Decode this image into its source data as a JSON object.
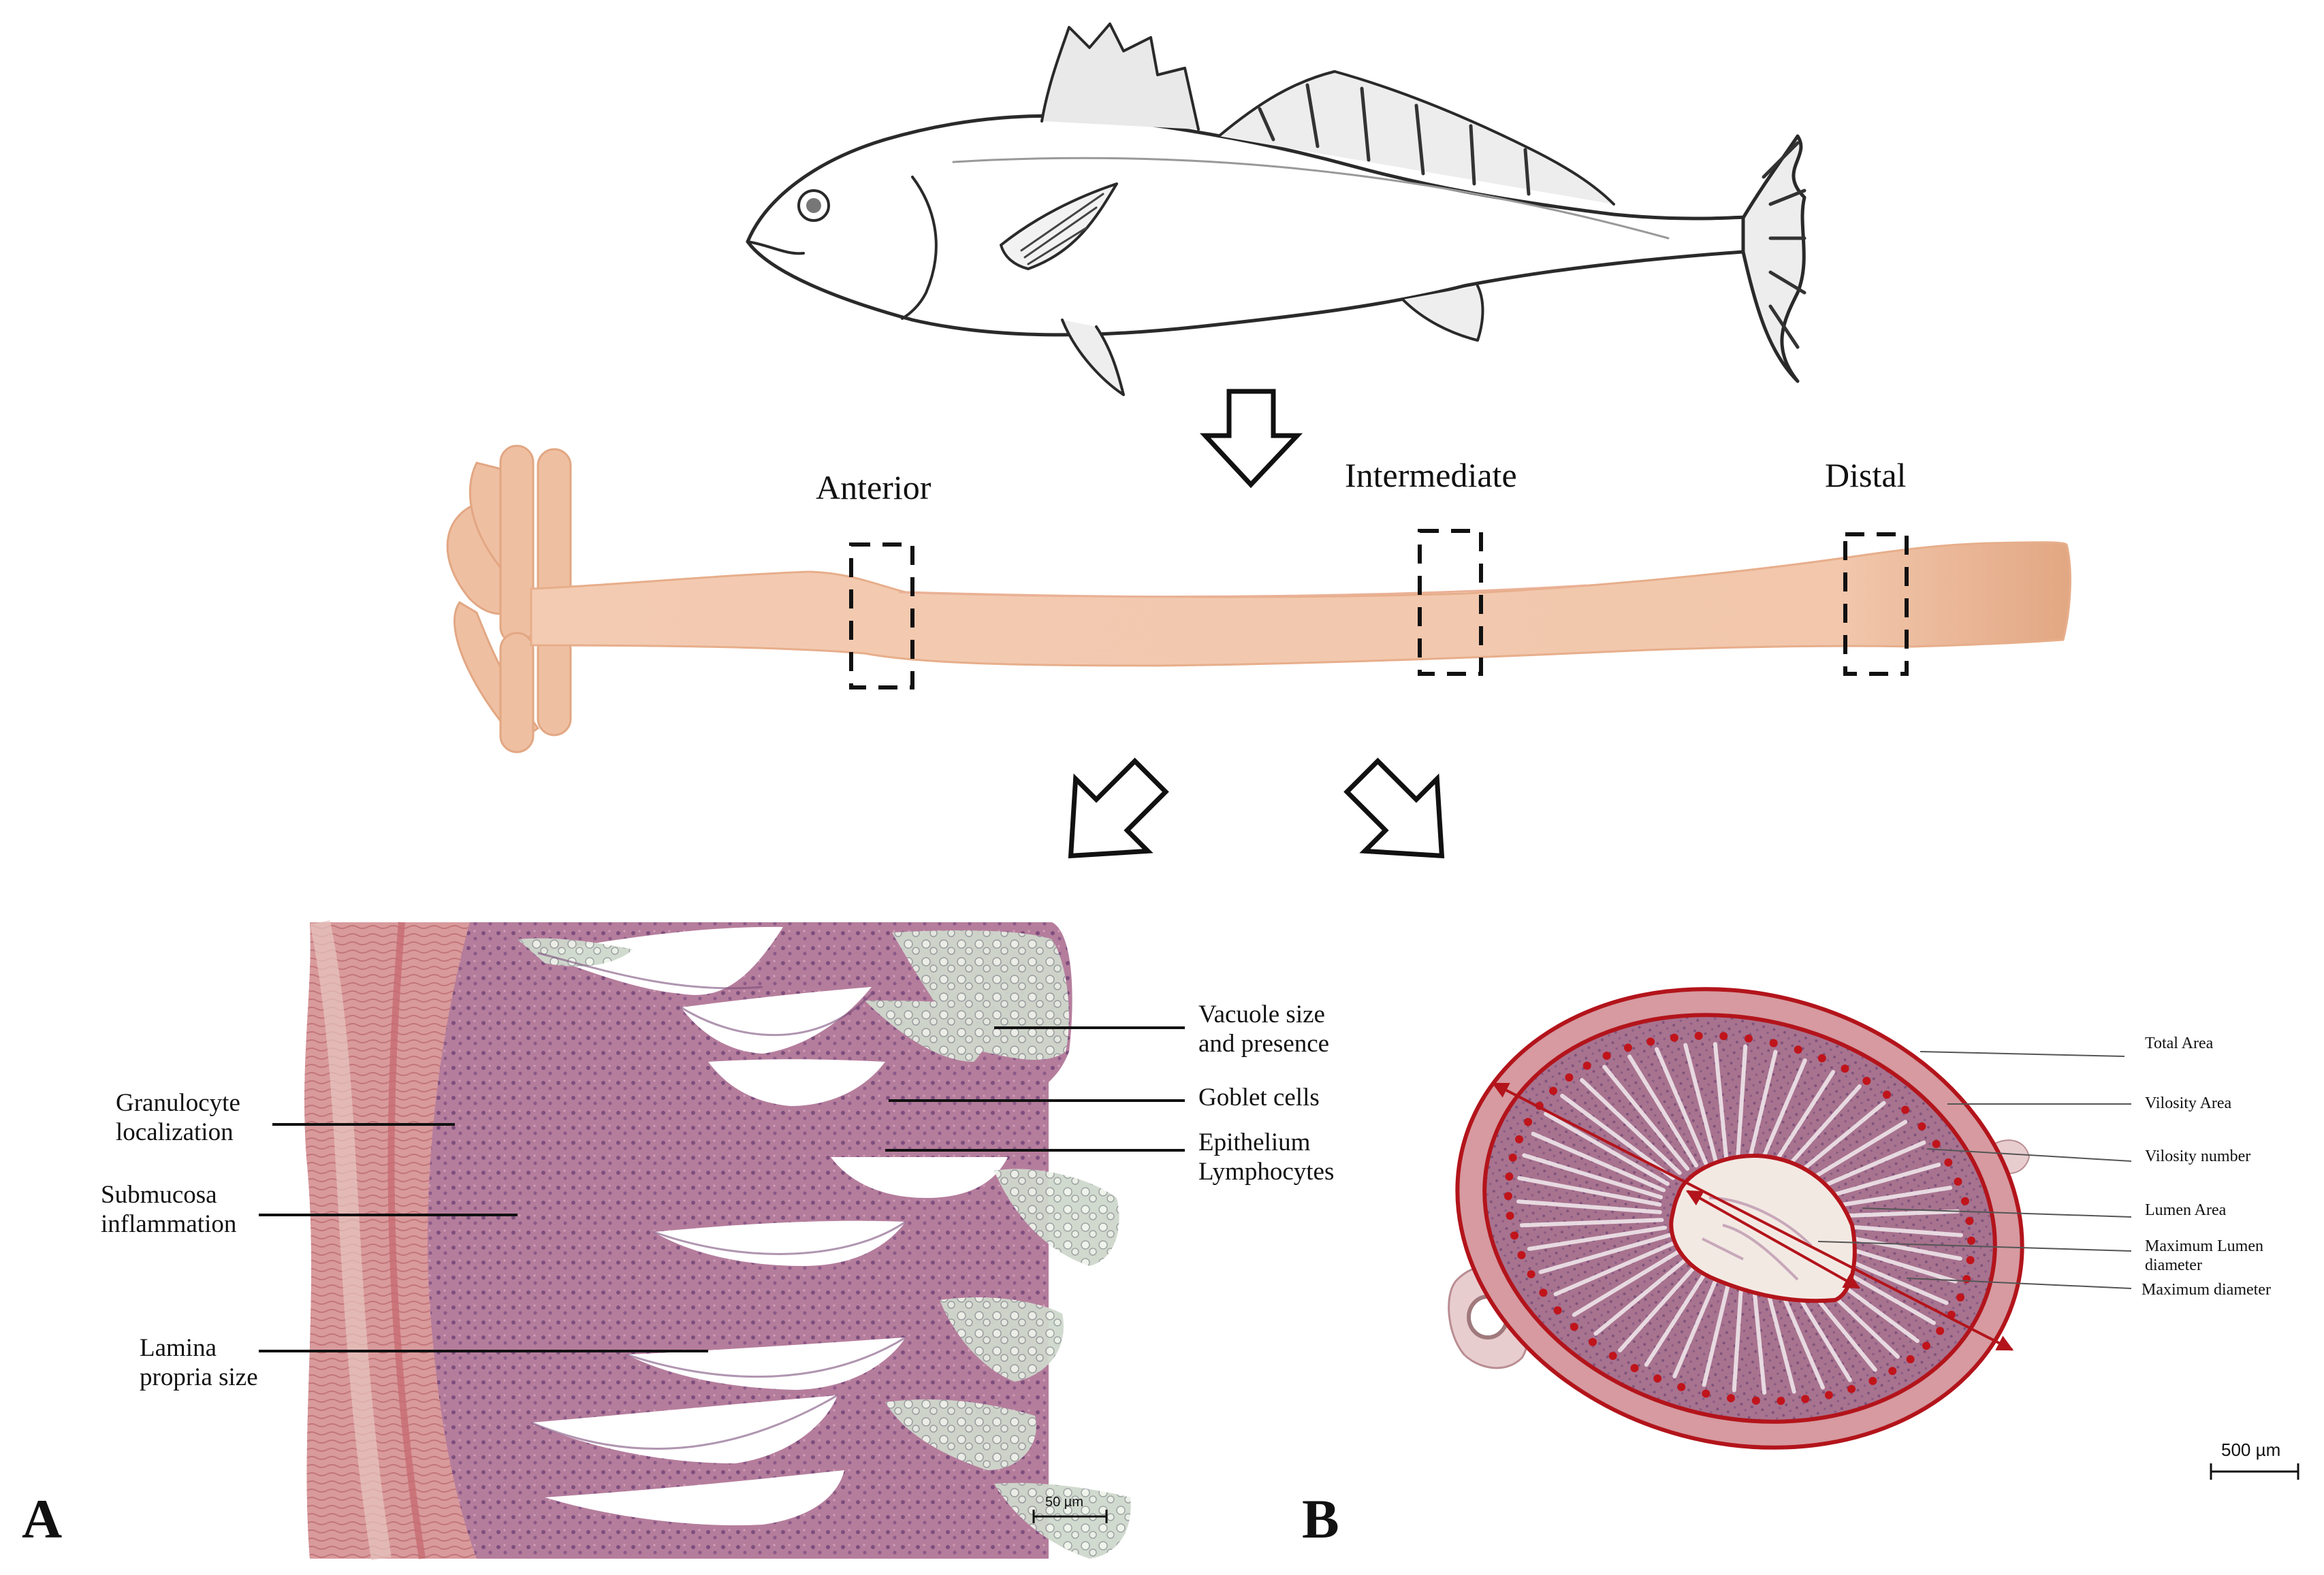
{
  "regions": {
    "anterior": "Anterior",
    "intermediate": "Intermediate",
    "distal": "Distal"
  },
  "panel_a": {
    "letter": "A",
    "scale_bar": "50 µm",
    "labels": {
      "vacuole_1": "Vacuole size",
      "vacuole_2": "and presence",
      "goblet": "Goblet cells",
      "epithelium_1": "Epithelium",
      "epithelium_2": "Lymphocytes",
      "granulocyte_1": "Granulocyte",
      "granulocyte_2": "localization",
      "submucosa_1": "Submucosa",
      "submucosa_2": "inflammation",
      "lamina_1": "Lamina",
      "lamina_2": "propria size"
    }
  },
  "panel_b": {
    "letter": "B",
    "scale_bar": "500 µm",
    "labels": {
      "total_area": "Total Area",
      "vilosity_area": "Vilosity Area",
      "vilosity_number": "Vilosity number",
      "lumen_area": "Lumen Area",
      "max_lumen_1": "Maximum Lumen",
      "max_lumen_2": "diameter",
      "max_diameter": "Maximum diameter"
    }
  },
  "colors": {
    "intestine": "#f0c4a6",
    "intestine_dark": "#e4a987",
    "tissue_pink": "#c27a93",
    "tissue_purple": "#8c5a86",
    "outline_red": "#b3141b",
    "line_black": "#111111"
  }
}
